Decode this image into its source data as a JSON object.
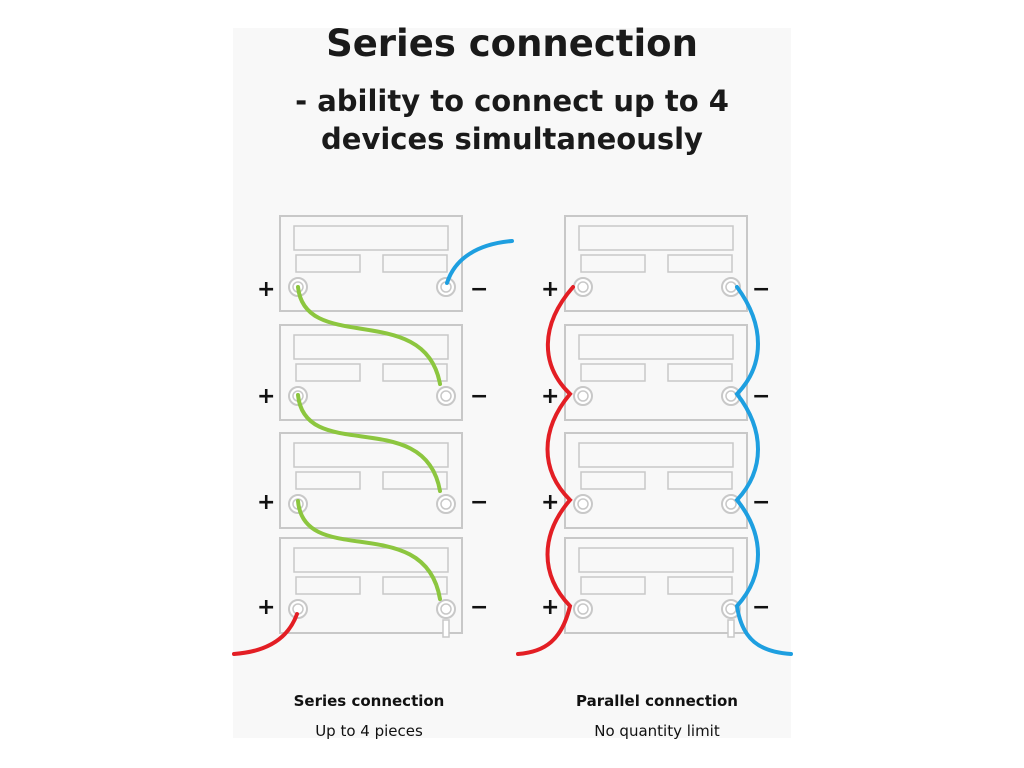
{
  "header": {
    "title": "Series connection",
    "subtitle": "- ability to connect up to 4 devices simultaneously"
  },
  "terminals": {
    "plus": "+",
    "minus": "−"
  },
  "left_caption": {
    "title": "Series connection",
    "subtitle": "Up to 4 pieces"
  },
  "right_caption": {
    "title": "Parallel connection",
    "subtitle": "No quantity limit"
  },
  "colors": {
    "series_wire": "#8cc63f",
    "positive_wire": "#e31e24",
    "negative_wire": "#1e9fe0",
    "device_outline": "#c8c8c8",
    "panel_bg": "#f8f8f8"
  }
}
